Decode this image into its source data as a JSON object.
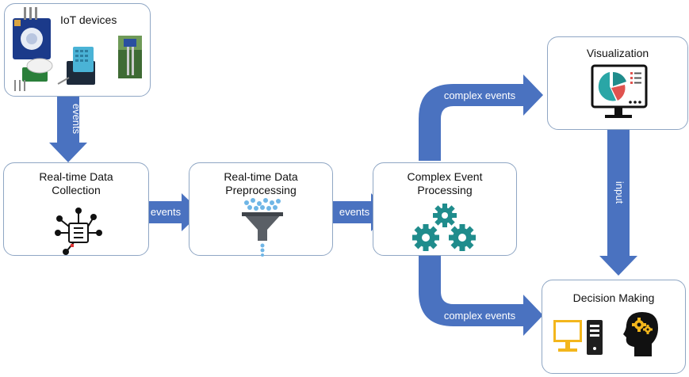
{
  "nodes": {
    "iot": {
      "title": "IoT devices"
    },
    "collection": {
      "title_line1": "Real-time Data",
      "title_line2": "Collection"
    },
    "preprocessing": {
      "title_line1": "Real-time Data",
      "title_line2": "Preprocessing"
    },
    "cep": {
      "title_line1": "Complex Event",
      "title_line2": "Processing"
    },
    "visualization": {
      "title": "Visualization"
    },
    "decision": {
      "title": "Decision Making"
    }
  },
  "edges": {
    "iot_to_collection": "events",
    "collection_to_preprocessing": "events",
    "preprocessing_to_cep": "events",
    "cep_to_visualization": "complex events",
    "cep_to_decision": "complex events",
    "visualization_to_decision": "input"
  },
  "colors": {
    "arrow": "#4a72c0",
    "box_border": "#8fa6c4",
    "teal": "#1f8c8c"
  }
}
